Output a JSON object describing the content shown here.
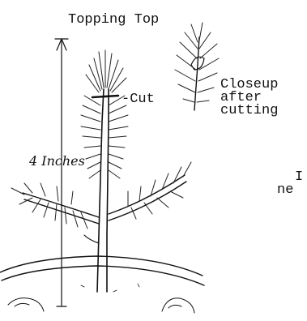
{
  "diagram": {
    "title": "Topping Top",
    "cut_label": "-Cut",
    "closeup_line1": "Closeup",
    "closeup_line2": "after",
    "closeup_line3": "cutting",
    "height_label": "4 Inches",
    "fragment_line1": "I",
    "fragment_line2": "ne"
  },
  "icons": {
    "closeup": "pine-branch-closeup-icon",
    "seedling": "pine-seedling-sketch"
  },
  "colors": {
    "ink": "#111111",
    "paper": "#ffffff"
  }
}
